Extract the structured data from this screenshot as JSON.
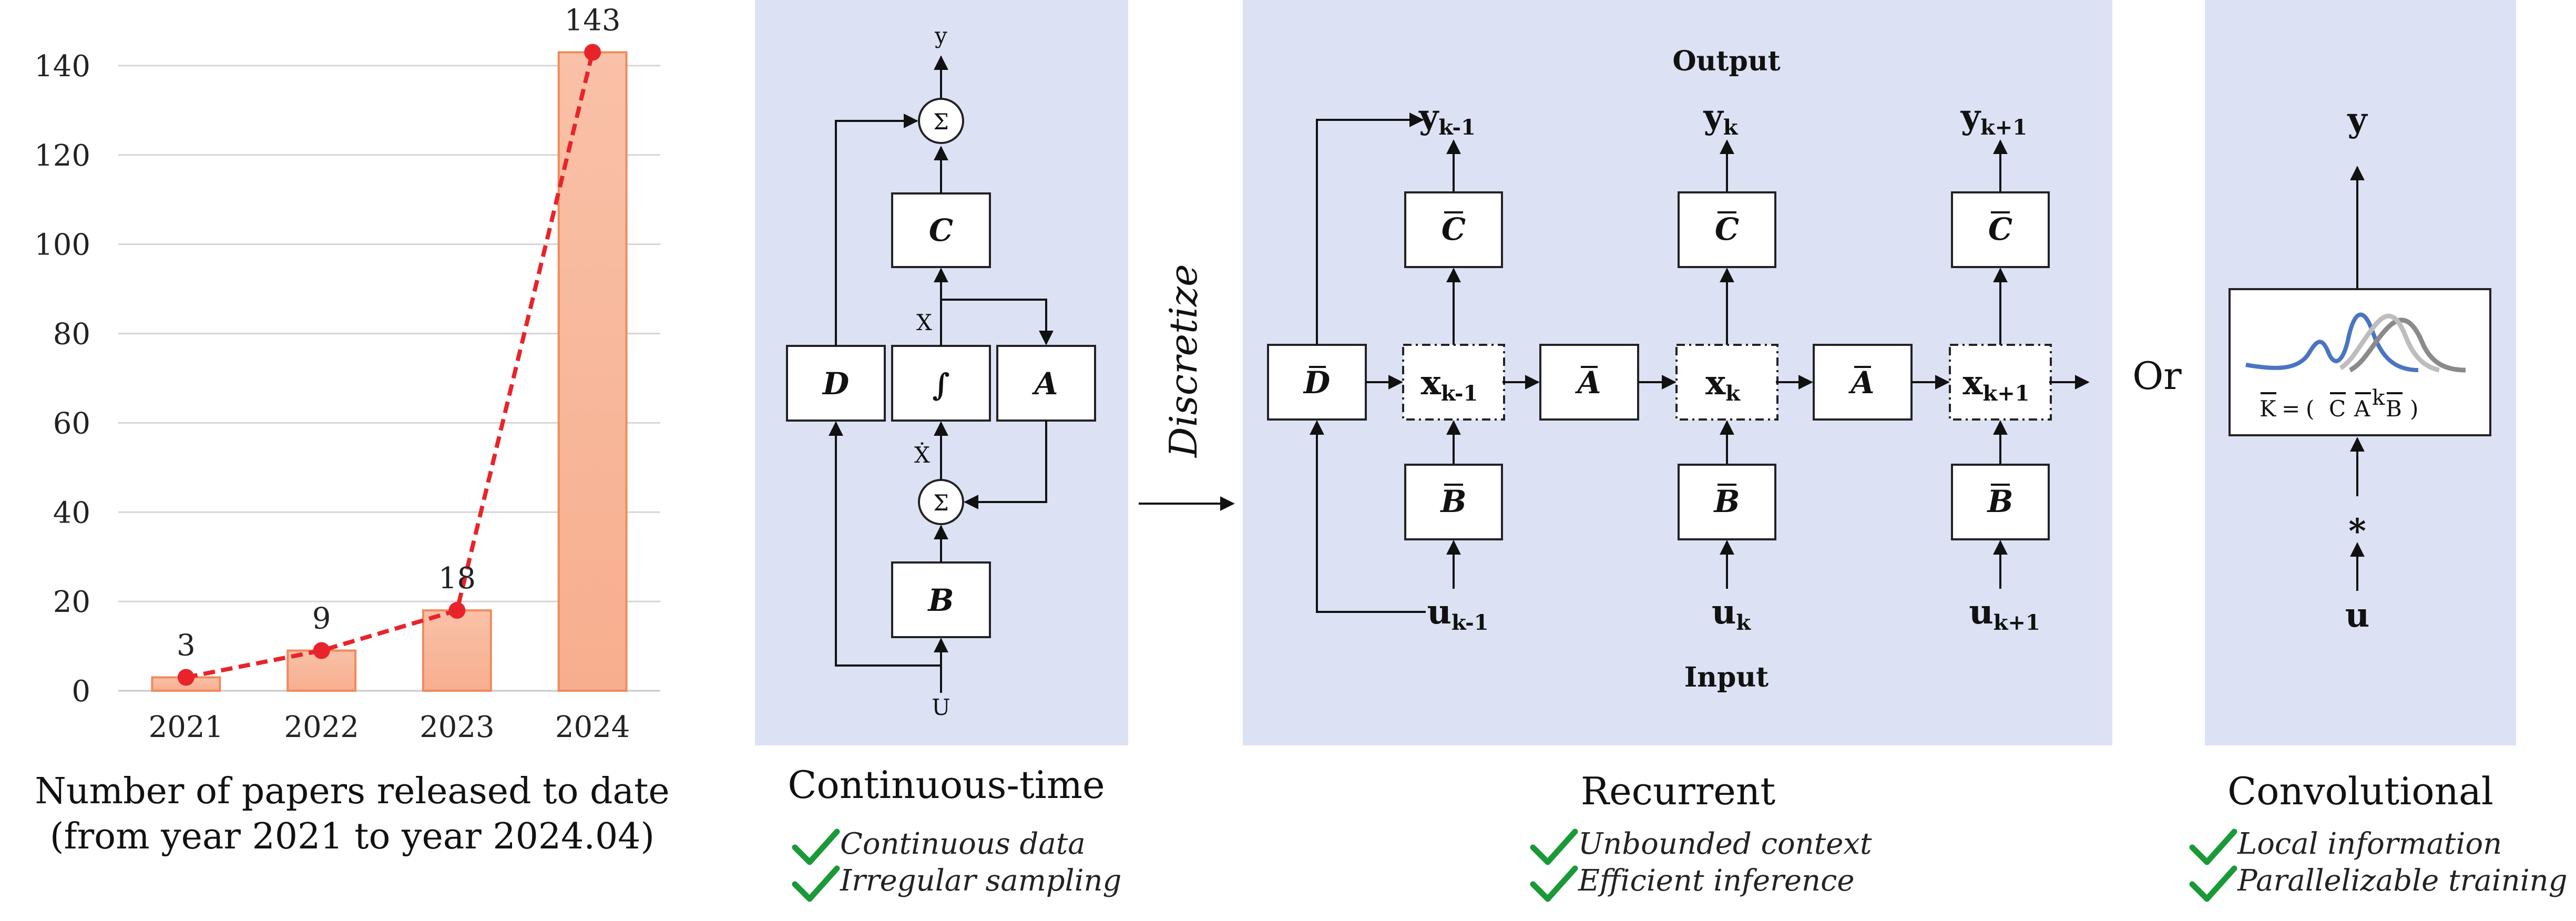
{
  "chart_data": {
    "type": "bar",
    "categories": [
      "2021",
      "2022",
      "2023",
      "2024"
    ],
    "values": [
      3,
      9,
      18,
      143
    ],
    "ylim": [
      0,
      150
    ],
    "yticks": [
      0,
      20,
      40,
      60,
      80,
      100,
      120,
      140
    ],
    "caption_line1": "Number of papers released to date",
    "caption_line2": "(from year 2021 to year 2024.04)",
    "bar_color": "#f7ae8e",
    "line_color": "#e8242a",
    "grid": true
  },
  "continuous": {
    "title": "Continuous-time",
    "checks": [
      "Continuous data",
      "Irregular sampling"
    ],
    "labels": {
      "y": "y",
      "x": "X",
      "xdot": "Ẋ",
      "u": "U",
      "sum": "Σ",
      "C": "C",
      "D": "D",
      "int": "∫",
      "A": "A",
      "B": "B"
    }
  },
  "discretize_label": "Discretize",
  "recurrent": {
    "title": "Recurrent",
    "output_label": "Output",
    "input_label": "Input",
    "checks": [
      "Unbounded context",
      "Efficient inference"
    ],
    "labels": {
      "y": "y",
      "x": "x",
      "u": "u",
      "A": "A",
      "B": "B",
      "C": "C",
      "D": "D"
    },
    "subs": [
      "k-1",
      "k",
      "k+1"
    ]
  },
  "or_label": "Or",
  "convolutional": {
    "title": "Convolutional",
    "y": "y",
    "u": "u",
    "star": "*",
    "K": "K",
    "eq": "=",
    "open": "(",
    "close": ")",
    "C": "C",
    "A": "A",
    "kexp": "k",
    "B": "B",
    "checks": [
      "Local information",
      "Parallelizable training"
    ]
  },
  "colors": {
    "panel": "#dce2f4",
    "check": "#1a9a36"
  }
}
